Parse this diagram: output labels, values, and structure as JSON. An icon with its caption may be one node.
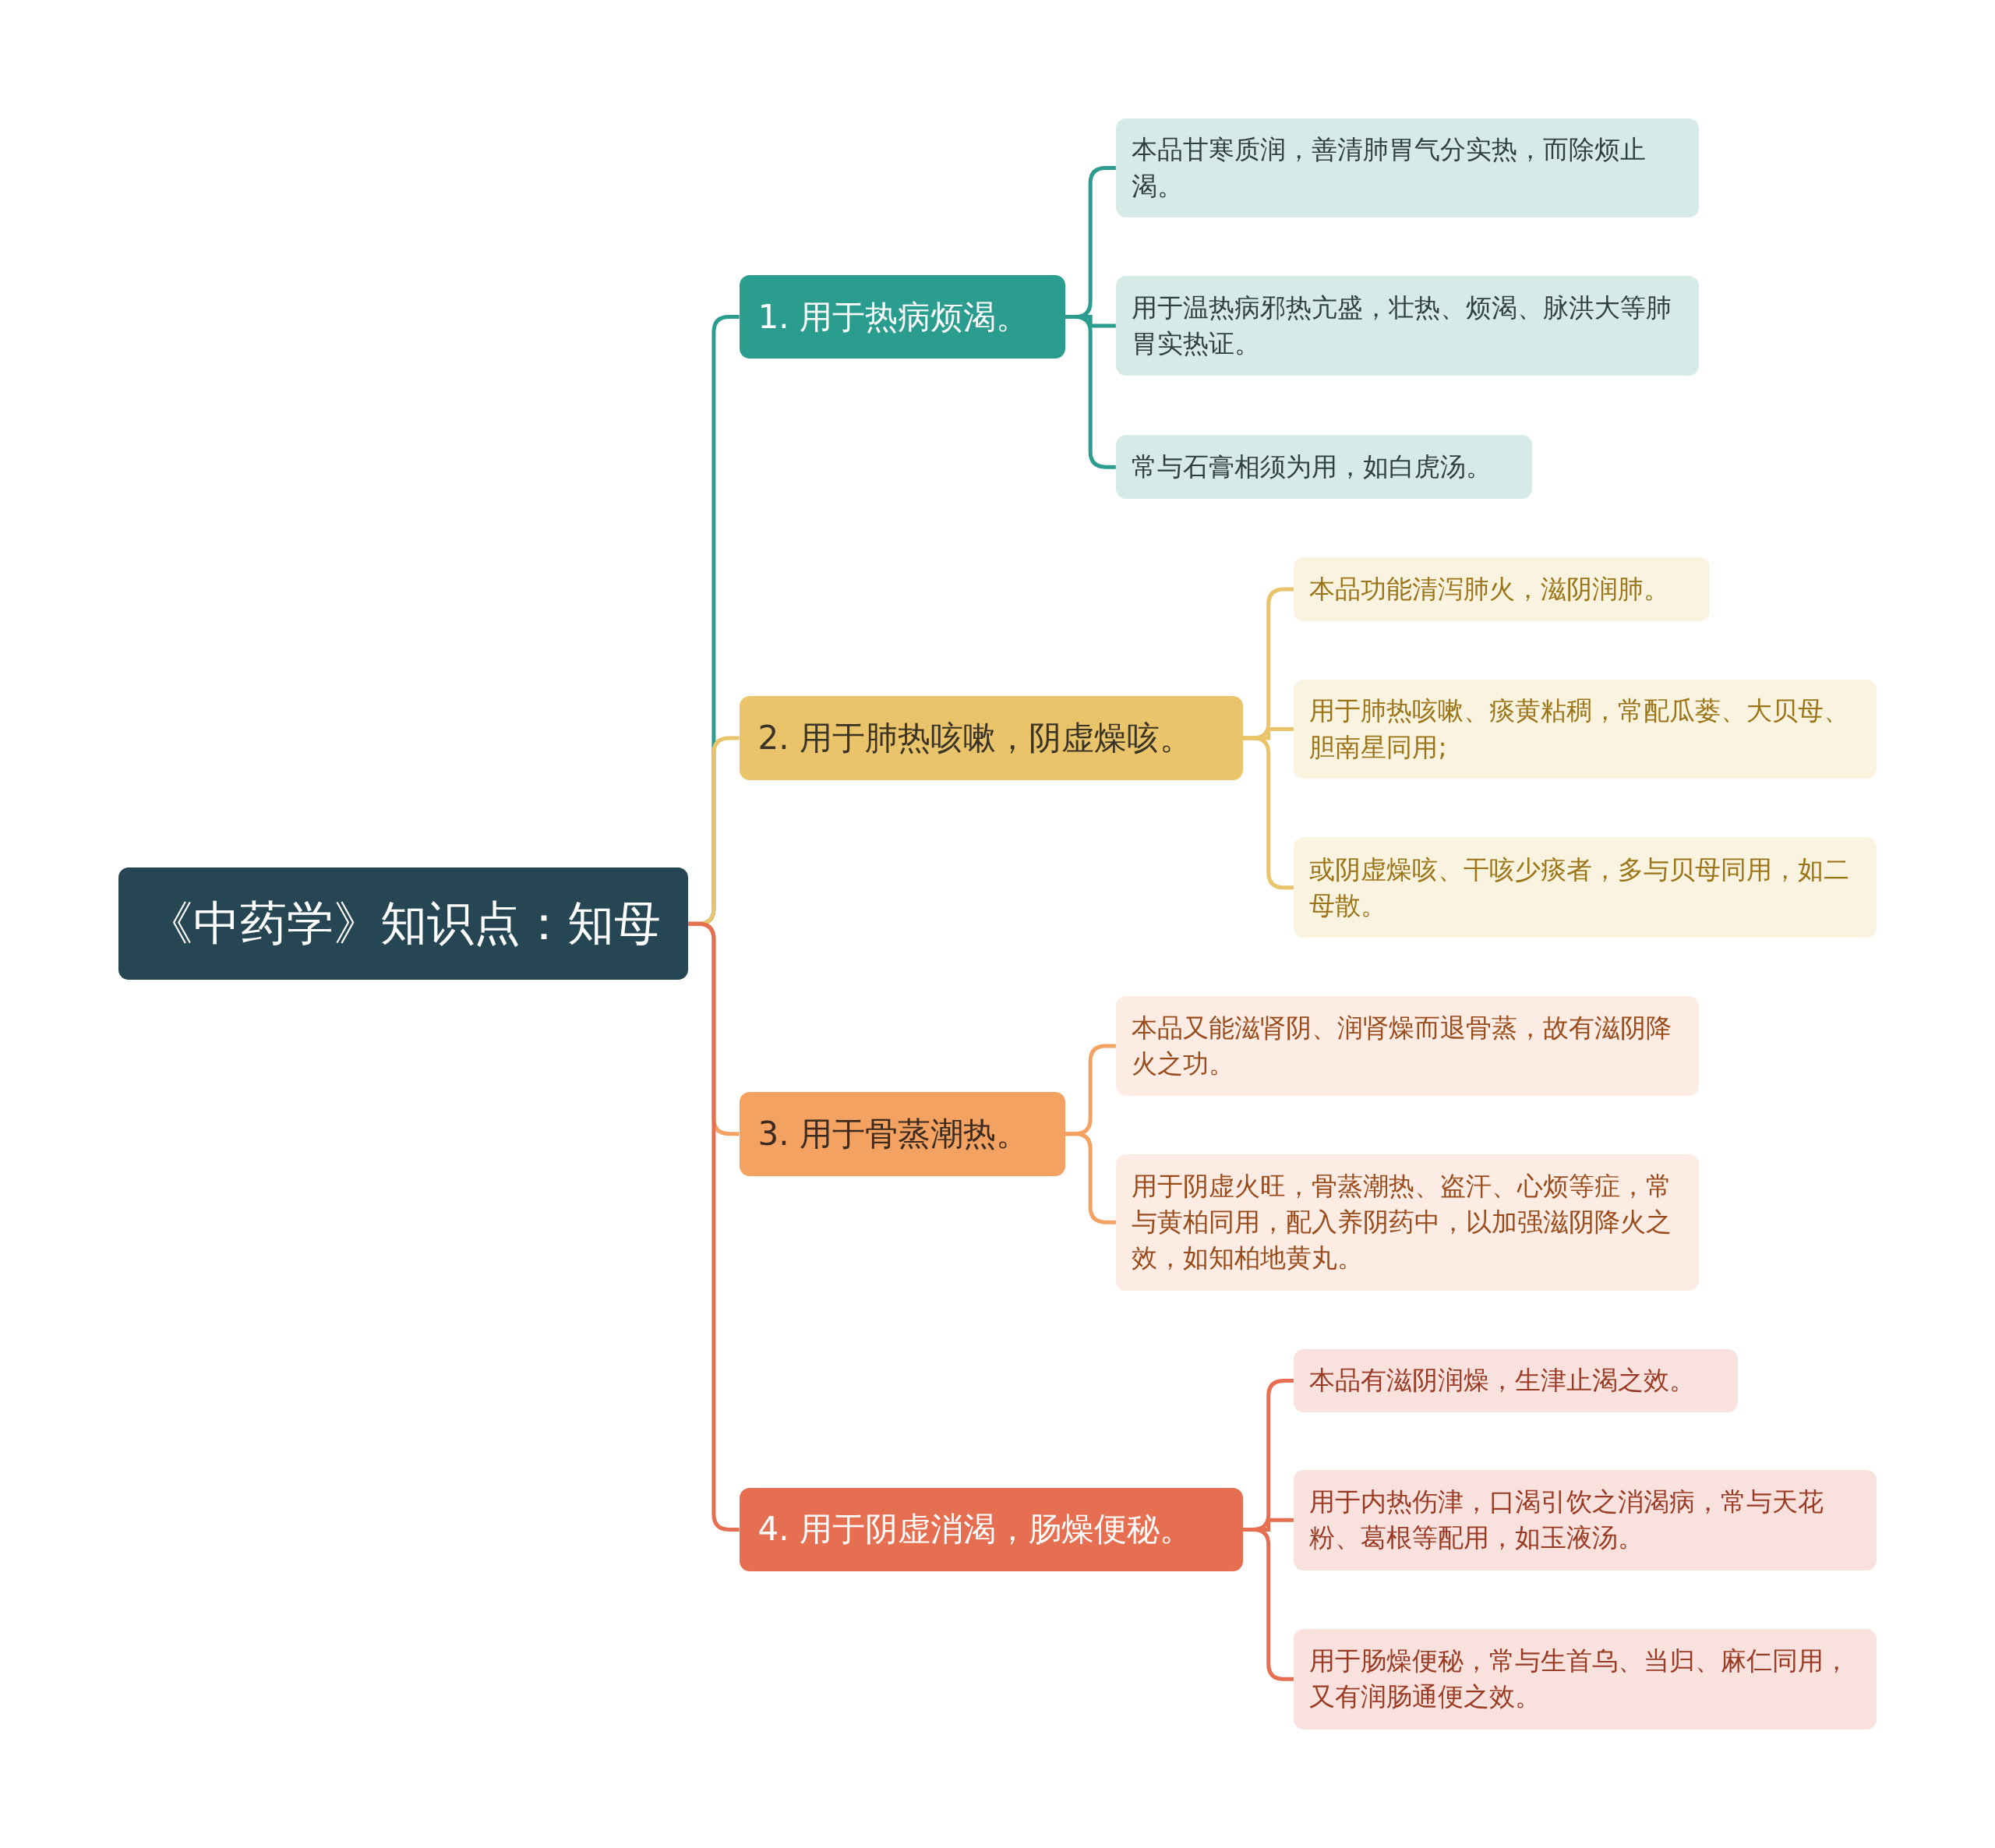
{
  "diagram": {
    "nodes": [
      {
        "text": [
          "《中药学》知识点：知母"
        ]
      },
      {
        "text": [
          "1. 用于热病烦渴。"
        ]
      },
      {
        "text": [
          "本品甘寒质润，善清肺胃气分实热，而除烦止渴。"
        ]
      },
      {
        "text": [
          "用于温热病邪热亢盛，壮热、烦渴、脉洪大等肺胃实热证。"
        ]
      },
      {
        "text": [
          "常与石膏相须为用，如白虎汤。"
        ]
      },
      {
        "text": [
          "2. 用于肺热咳嗽，阴虚燥咳。"
        ]
      },
      {
        "text": [
          "本品功能清泻肺火，滋阴润肺。"
        ]
      },
      {
        "text": [
          "用于肺热咳嗽、痰黄粘稠，常配瓜蒌、大贝母、胆南星同用;"
        ]
      },
      {
        "text": [
          "或阴虚燥咳、干咳少痰者，多与贝母同用，如二母散。"
        ]
      },
      {
        "text": [
          "3. 用于骨蒸潮热。"
        ]
      },
      {
        "text": [
          "本品又能滋肾阴、润肾燥而退骨蒸，故有滋阴降火之功。"
        ]
      },
      {
        "text": [
          "用于阴虚火旺，骨蒸潮热、盗汗、心烦等症，常与黄柏同用，配入养阴药中，以加强滋阴降火之效，如知柏地黄丸。"
        ]
      },
      {
        "text": [
          "4. 用于阴虚消渴，肠燥便秘。"
        ]
      },
      {
        "text": [
          "本品有滋阴润燥，生津止渴之效。"
        ]
      },
      {
        "text": [
          "用于内热伤津，口渴引饮之消渴病，常与天花粉、葛根等配用，如玉液汤。"
        ]
      },
      {
        "text": [
          "用于肠燥便秘，常与生首乌、当归、麻仁同用，又有润肠通便之效。"
        ]
      }
    ],
    "edges": [
      {
        "from": 0,
        "to": 1,
        "arrow": "none",
        "color": "#2a9d8f"
      },
      {
        "from": 1,
        "to": 2,
        "arrow": "none",
        "color": "#2a9d8f"
      },
      {
        "from": 1,
        "to": 3,
        "arrow": "none",
        "color": "#2a9d8f"
      },
      {
        "from": 1,
        "to": 4,
        "arrow": "none",
        "color": "#2a9d8f"
      },
      {
        "from": 0,
        "to": 5,
        "arrow": "none",
        "color": "#e9c46a"
      },
      {
        "from": 5,
        "to": 6,
        "arrow": "none",
        "color": "#e9c46a"
      },
      {
        "from": 5,
        "to": 7,
        "arrow": "none",
        "color": "#e9c46a"
      },
      {
        "from": 5,
        "to": 8,
        "arrow": "none",
        "color": "#e9c46a"
      },
      {
        "from": 0,
        "to": 9,
        "arrow": "none",
        "color": "#f4a261"
      },
      {
        "from": 9,
        "to": 10,
        "arrow": "none",
        "color": "#f4a261"
      },
      {
        "from": 9,
        "to": 11,
        "arrow": "none",
        "color": "#f4a261"
      },
      {
        "from": 0,
        "to": 12,
        "arrow": "none",
        "color": "#e76f51"
      },
      {
        "from": 12,
        "to": 13,
        "arrow": "none",
        "color": "#e76f51"
      },
      {
        "from": 12,
        "to": 14,
        "arrow": "none",
        "color": "#e76f51"
      },
      {
        "from": 12,
        "to": 15,
        "arrow": "none",
        "color": "#e76f51"
      }
    ]
  }
}
